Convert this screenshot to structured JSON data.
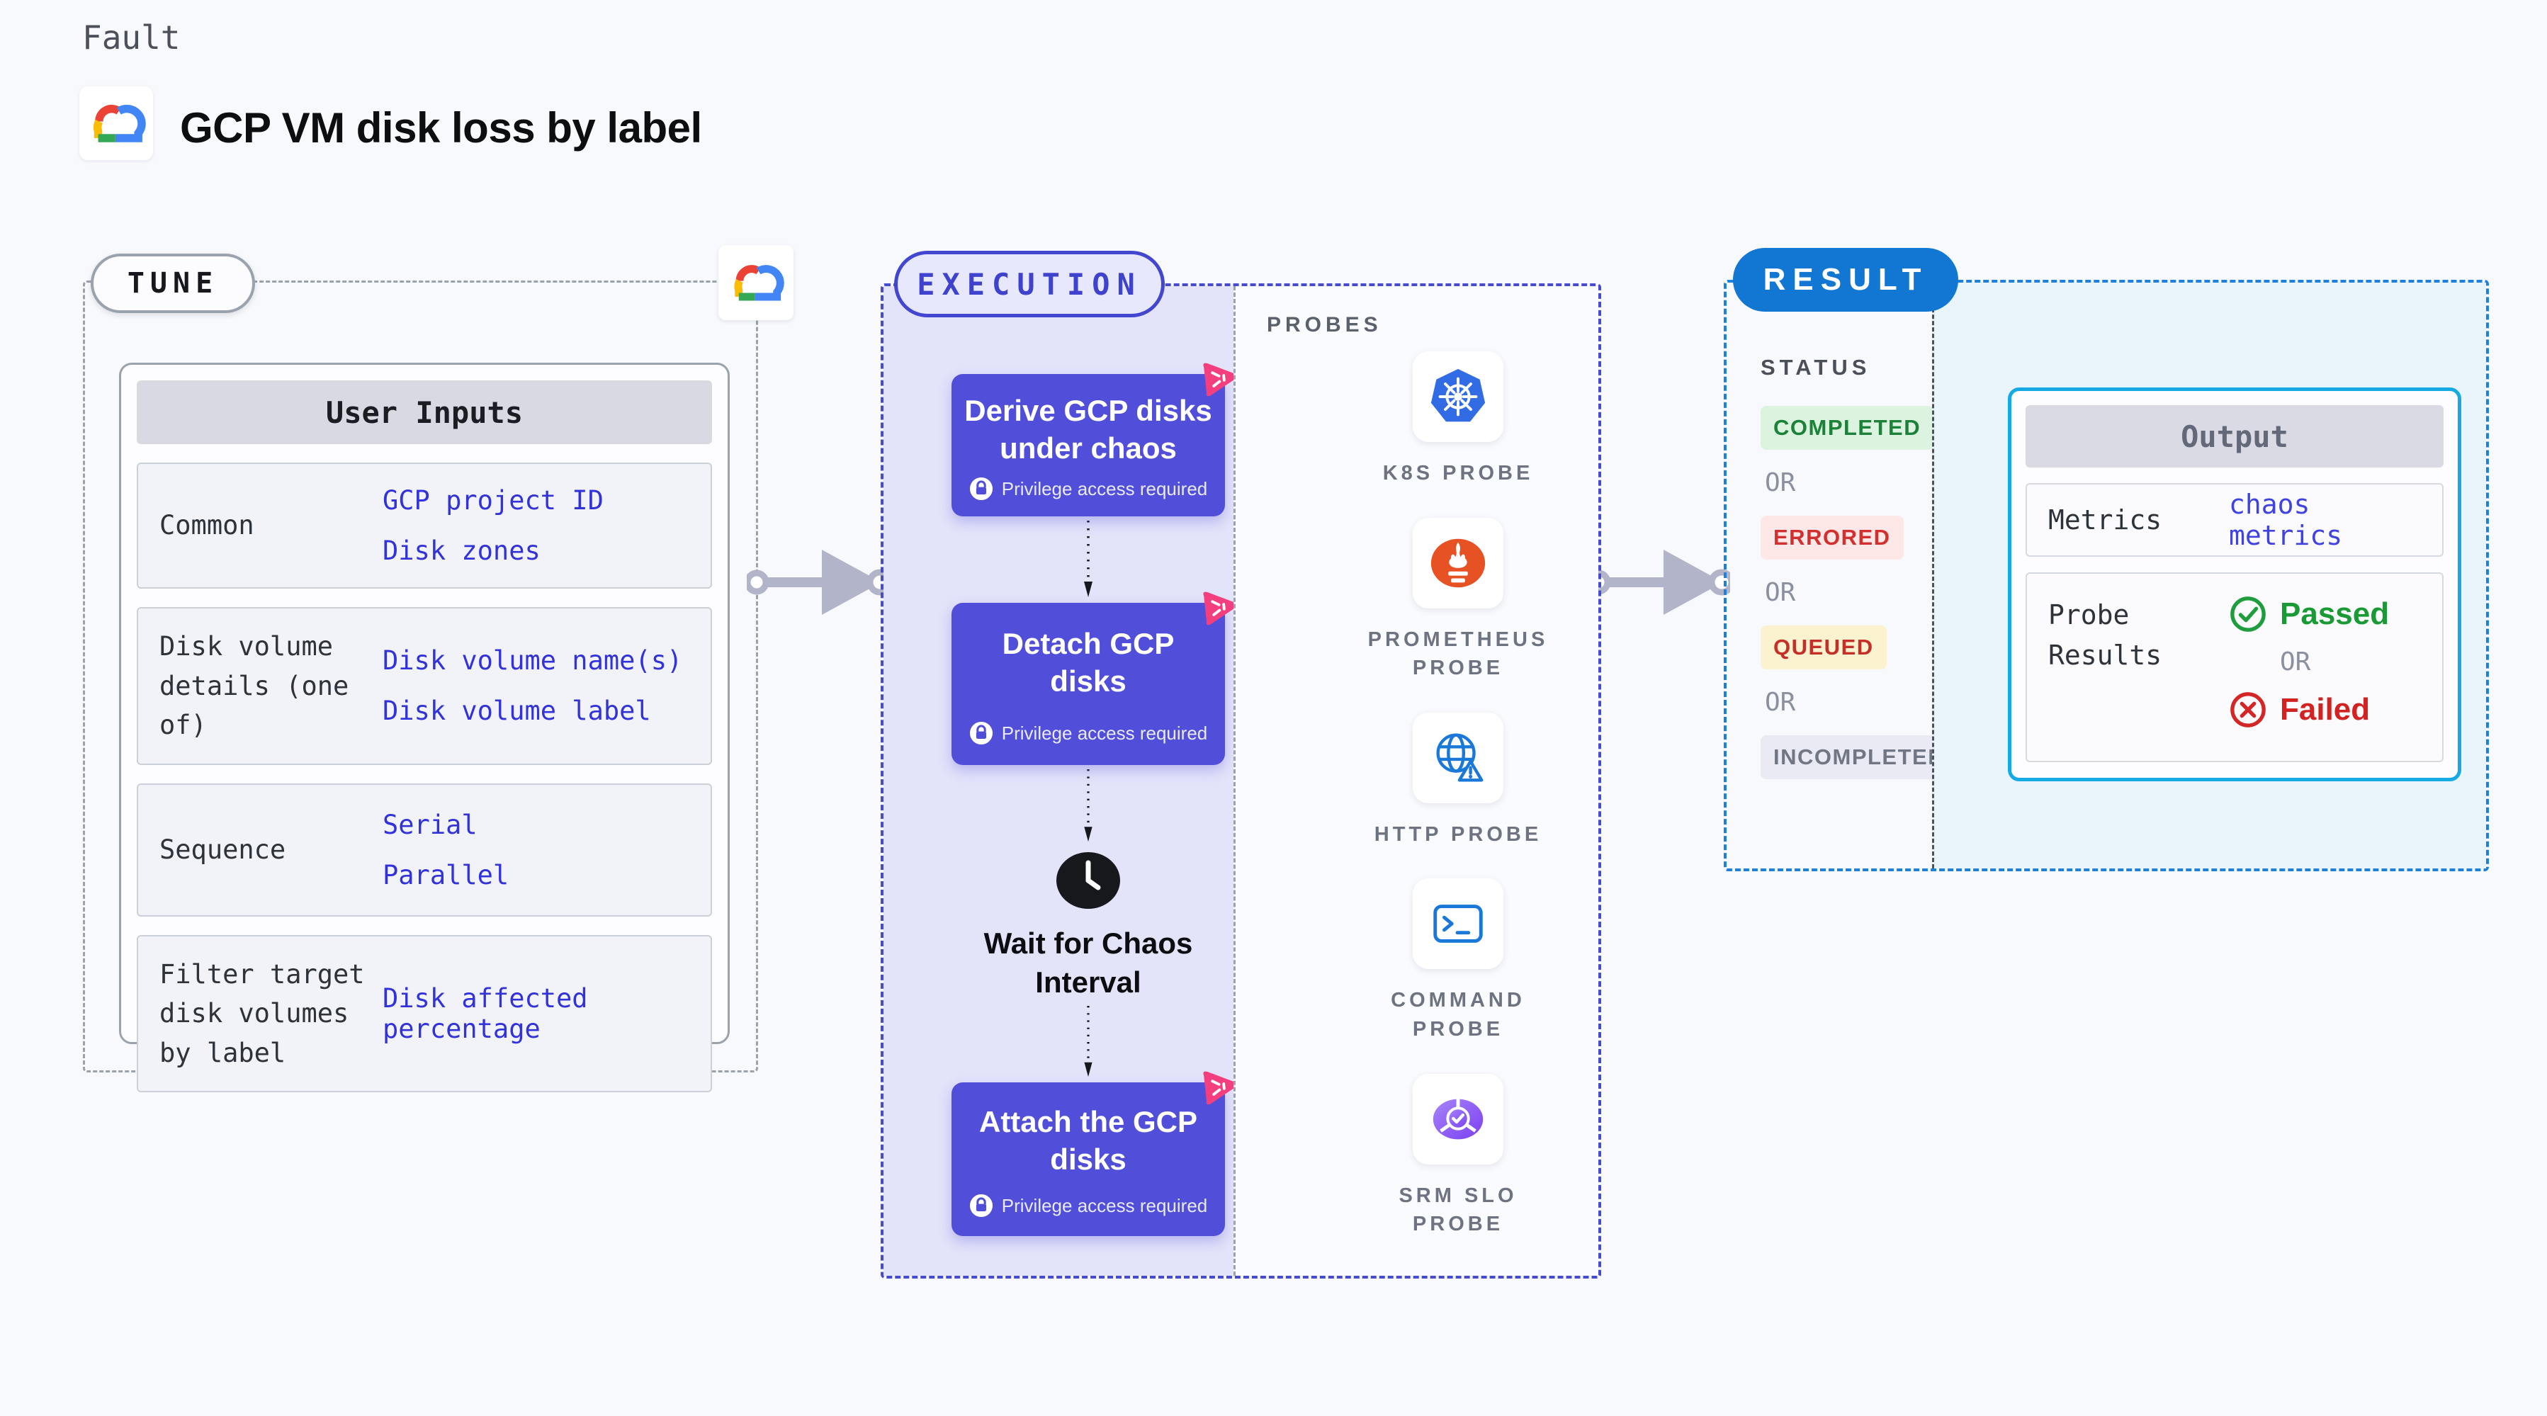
{
  "page": {
    "kicker": "Fault",
    "title": "GCP VM disk loss by label"
  },
  "tune": {
    "badge": "TUNE",
    "table_title": "User Inputs",
    "rows": [
      {
        "label": "Common",
        "values": [
          "GCP project ID",
          "Disk zones"
        ]
      },
      {
        "label": "Disk volume details (one of)",
        "values": [
          "Disk volume name(s)",
          "Disk volume label"
        ]
      },
      {
        "label": "Sequence",
        "values": [
          "Serial",
          "Parallel"
        ]
      },
      {
        "label": "Filter target disk volumes by label",
        "values": [
          "Disk affected percentage"
        ]
      }
    ]
  },
  "execution": {
    "badge": "EXECUTION",
    "steps": [
      {
        "title": "Derive GCP disks under chaos",
        "note": "Privilege access required"
      },
      {
        "title": "Detach GCP disks",
        "note": "Privilege access required"
      },
      {
        "title": "Wait for Chaos Interval",
        "type": "wait"
      },
      {
        "title": "Attach the GCP disks",
        "note": "Privilege access required"
      }
    ]
  },
  "probes": {
    "title": "PROBES",
    "items": [
      {
        "label": "K8S PROBE",
        "icon": "kubernetes-icon"
      },
      {
        "label": "PROMETHEUS PROBE",
        "icon": "prometheus-icon"
      },
      {
        "label": "HTTP PROBE",
        "icon": "http-globe-icon"
      },
      {
        "label": "COMMAND PROBE",
        "icon": "command-terminal-icon"
      },
      {
        "label": "SRM SLO PROBE",
        "icon": "srm-slo-icon"
      }
    ]
  },
  "result": {
    "badge": "RESULT",
    "status_title": "STATUS",
    "or_label": "OR",
    "statuses": [
      {
        "label": "COMPLETED",
        "fg": "#1c8139",
        "bg": "#dcf3df"
      },
      {
        "label": "ERRORED",
        "fg": "#d32f2f",
        "bg": "#fde7e7"
      },
      {
        "label": "QUEUED",
        "fg": "#c62f28",
        "bg": "#fbf3cf"
      },
      {
        "label": "INCOMPLETED",
        "fg": "#707684",
        "bg": "#e9eaf3"
      }
    ],
    "output": {
      "title": "Output",
      "metrics_label": "Metrics",
      "metrics_value": "chaos metrics",
      "probe_results_label": "Probe Results",
      "passed_label": "Passed",
      "or_label": "OR",
      "failed_label": "Failed"
    }
  },
  "colors": {
    "flow_box": "#514fd9",
    "execution_border": "#474bd2",
    "execution_bg": "#e3e3fa",
    "result_border": "#1d80da",
    "result_pill": "#1276d3",
    "output_border": "#16aae4",
    "output_bg": "#e9f5fb",
    "value_blue": "#3232dd",
    "chaos_pink": "#f43f7e",
    "passed_green": "#1a9a35",
    "failed_red": "#d32222",
    "arrow_gray": "#b2b4c9"
  }
}
